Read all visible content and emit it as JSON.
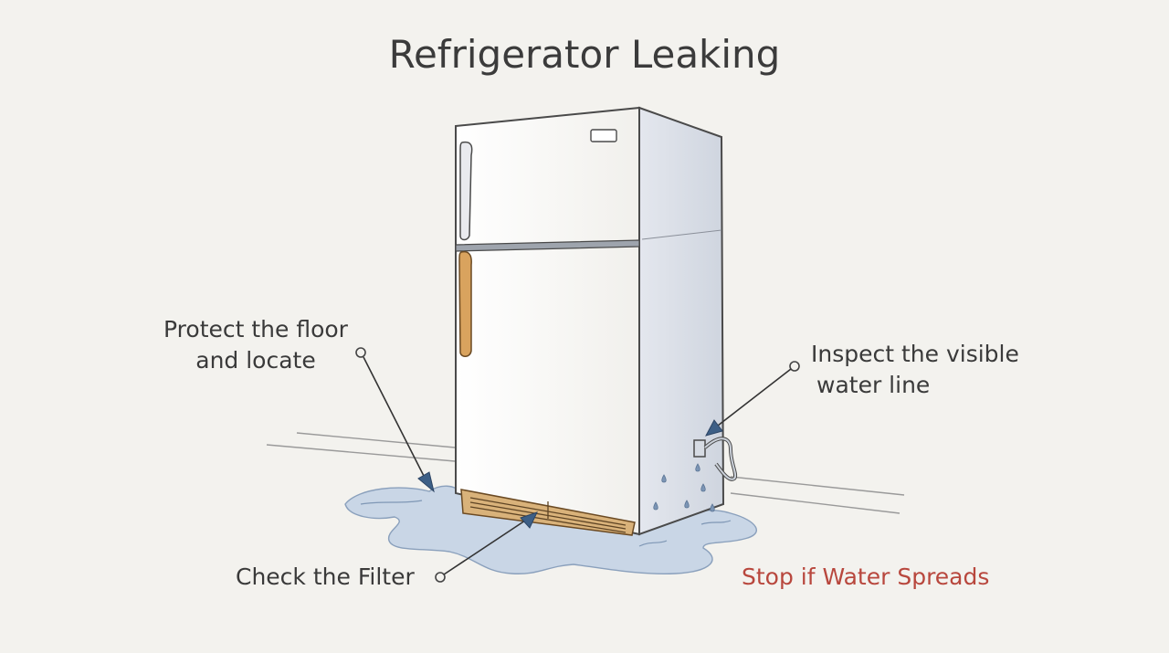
{
  "title": "Refrigerator Leaking",
  "labels": {
    "protect_line1": "Protect the floor",
    "protect_line2": "and locate",
    "inspect_line1": "Inspect the visible",
    "inspect_line2": "water line",
    "filter": "Check the Filter",
    "stop": "Stop if Water Spreads"
  },
  "colors": {
    "background": "#f3f2ee",
    "ink": "#3a3a3a",
    "fridge_body": "#f7f6f2",
    "fridge_side": "#d9dde6",
    "handle": "#d9a35e",
    "puddle": "#c9d6e6",
    "arrow": "#3d5f86",
    "warning": "#b8473d"
  },
  "icons": {
    "callout_marker": "open-circle-icon",
    "arrow_head": "triangle-arrowhead-icon",
    "drops": "water-drop-icon"
  }
}
